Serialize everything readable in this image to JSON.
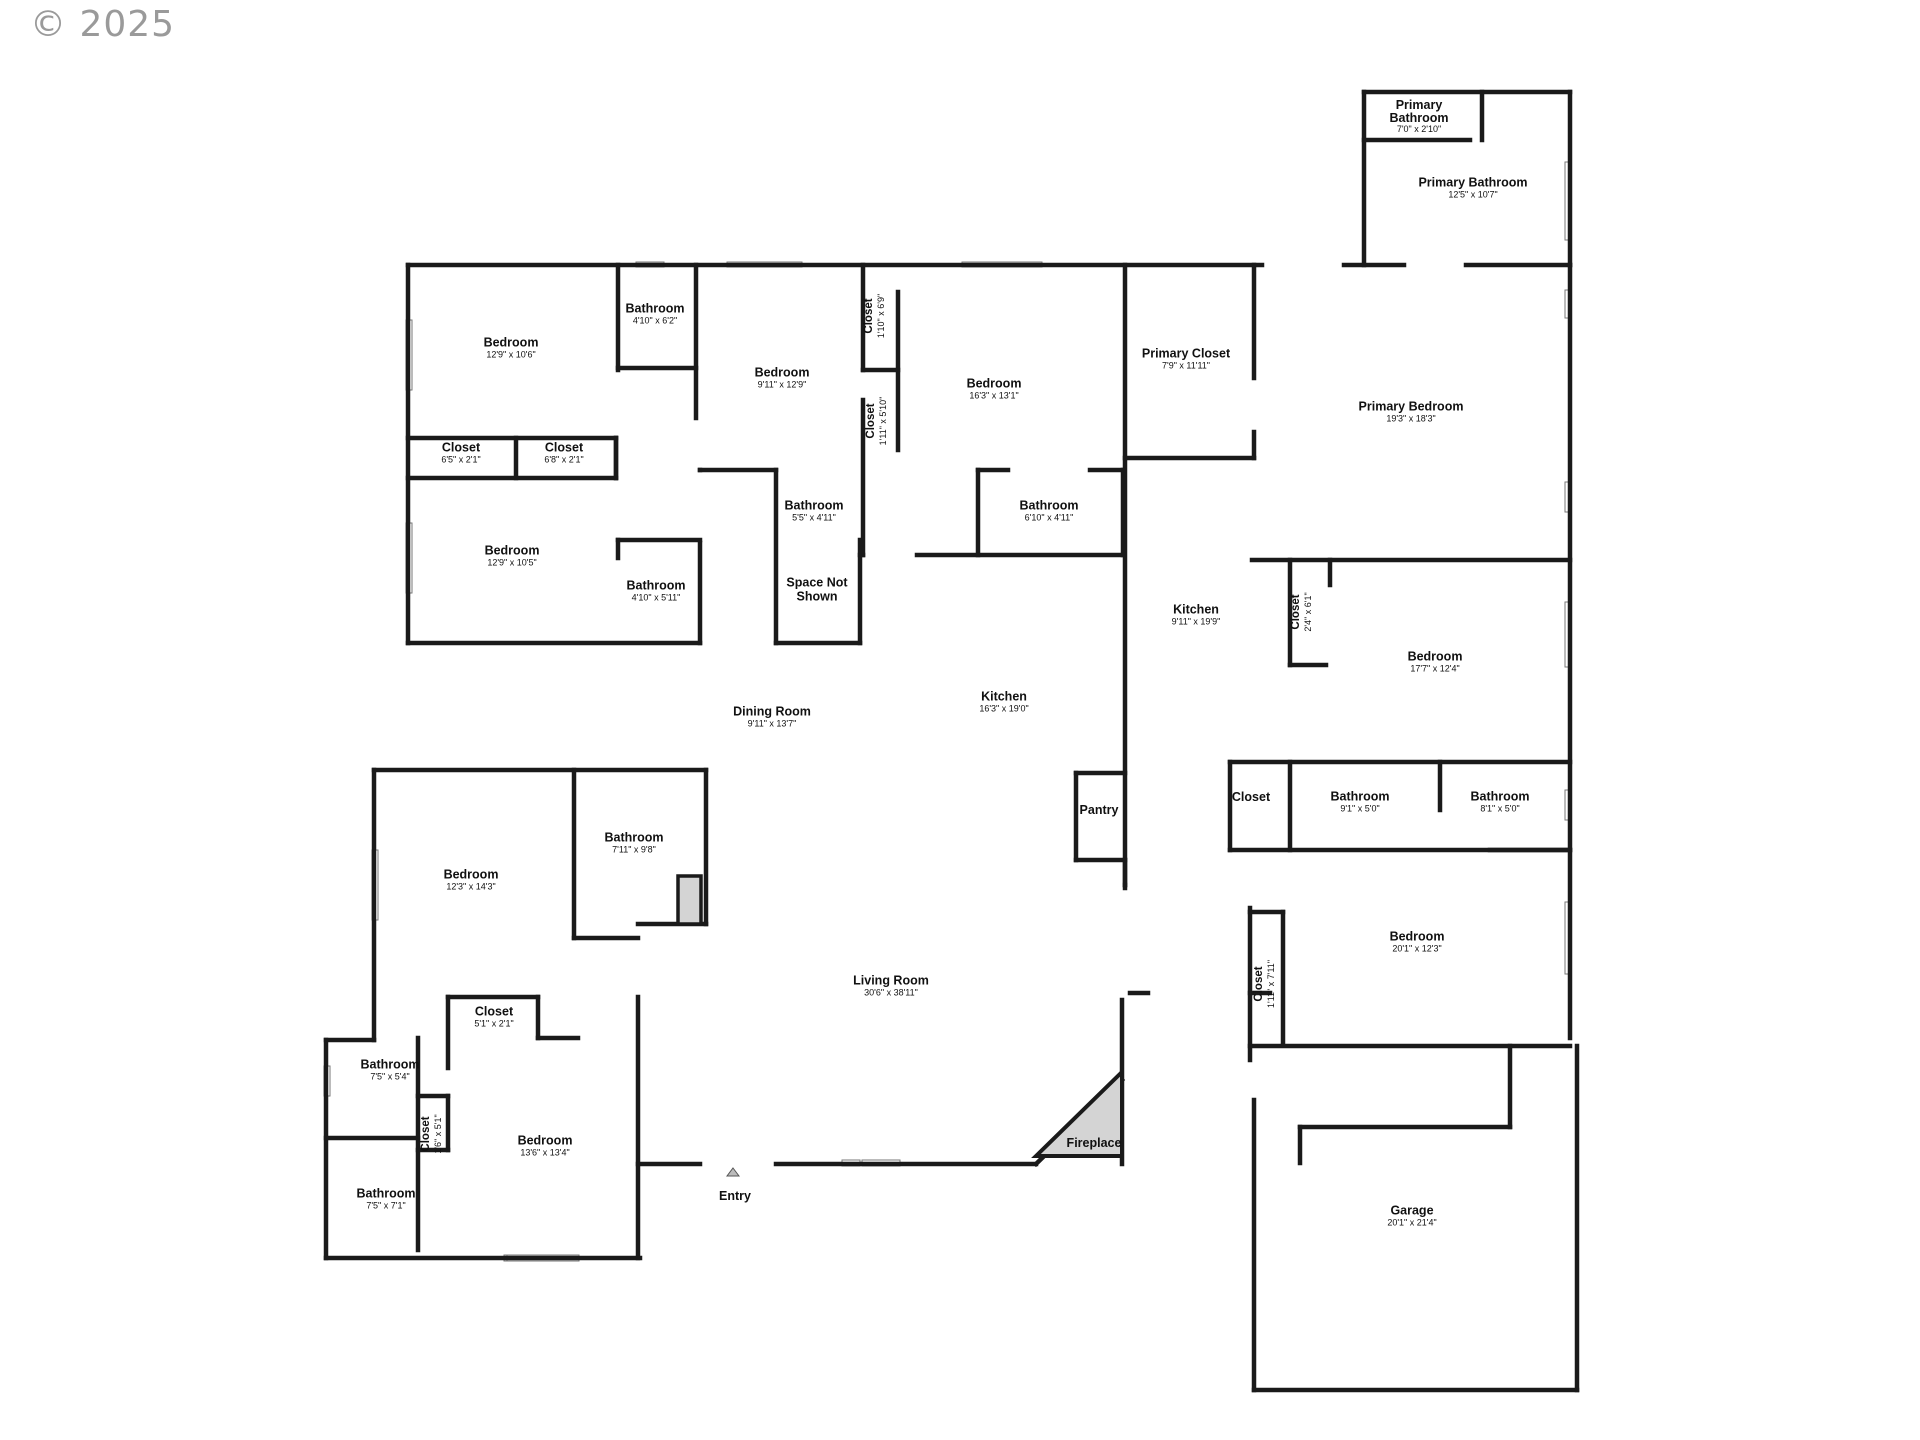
{
  "copyright": "© 2025",
  "rooms": [
    {
      "name": "Primary Bathroom",
      "dims": "7'0\" x 2'10\""
    },
    {
      "name": "Primary Bathroom",
      "dims": "12'5\" x 10'7\""
    },
    {
      "name": "Bedroom",
      "dims": "12'9\" x 10'6\""
    },
    {
      "name": "Bathroom",
      "dims": "4'10\" x 6'2\""
    },
    {
      "name": "Closet",
      "dims": "1'10\" x 6'9\""
    },
    {
      "name": "Bedroom",
      "dims": "9'11\" x 12'9\""
    },
    {
      "name": "Bedroom",
      "dims": "16'3\" x 13'1\""
    },
    {
      "name": "Primary Closet",
      "dims": "7'9\" x 11'11\""
    },
    {
      "name": "Primary Bedroom",
      "dims": "19'3\" x 18'3\""
    },
    {
      "name": "Closet",
      "dims": "6'5\" x 2'1\""
    },
    {
      "name": "Closet",
      "dims": "6'8\" x 2'1\""
    },
    {
      "name": "Closet",
      "dims": "1'11\" x 5'10\""
    },
    {
      "name": "Bathroom",
      "dims": "5'5\" x 4'11\""
    },
    {
      "name": "Bathroom",
      "dims": "6'10\" x 4'11\""
    },
    {
      "name": "Bedroom",
      "dims": "12'9\" x 10'5\""
    },
    {
      "name": "Bathroom",
      "dims": "4'10\" x 5'11\""
    },
    {
      "name": "Space Not Shown",
      "dims": ""
    },
    {
      "name": "Kitchen",
      "dims": "9'11\" x 19'9\""
    },
    {
      "name": "Closet",
      "dims": "2'4\" x 6'1\""
    },
    {
      "name": "Bedroom",
      "dims": "17'7\" x 12'4\""
    },
    {
      "name": "Kitchen",
      "dims": "16'3\" x 19'0\""
    },
    {
      "name": "Dining Room",
      "dims": "9'11\" x 13'7\""
    },
    {
      "name": "Closet",
      "dims": ""
    },
    {
      "name": "Bathroom",
      "dims": "9'1\" x 5'0\""
    },
    {
      "name": "Bathroom",
      "dims": "8'1\" x 5'0\""
    },
    {
      "name": "Pantry",
      "dims": ""
    },
    {
      "name": "Bathroom",
      "dims": "7'11\" x 9'8\""
    },
    {
      "name": "Bedroom",
      "dims": "12'3\" x 14'3\""
    },
    {
      "name": "Bedroom",
      "dims": "20'1\" x 12'3\""
    },
    {
      "name": "Living Room",
      "dims": "30'6\" x 38'11\""
    },
    {
      "name": "Closet",
      "dims": "1'11\" x 7'11\""
    },
    {
      "name": "Closet",
      "dims": "5'1\" x 2'1\""
    },
    {
      "name": "Bathroom",
      "dims": "7'5\" x 5'4\""
    },
    {
      "name": "Closet",
      "dims": "1'6\" x 5'1\""
    },
    {
      "name": "Bedroom",
      "dims": "13'6\" x 13'4\""
    },
    {
      "name": "Fireplace",
      "dims": ""
    },
    {
      "name": "Garage",
      "dims": "20'1\" x 21'4\""
    },
    {
      "name": "Bathroom",
      "dims": "7'5\" x 7'1\""
    }
  ],
  "entry_label": "Entry"
}
